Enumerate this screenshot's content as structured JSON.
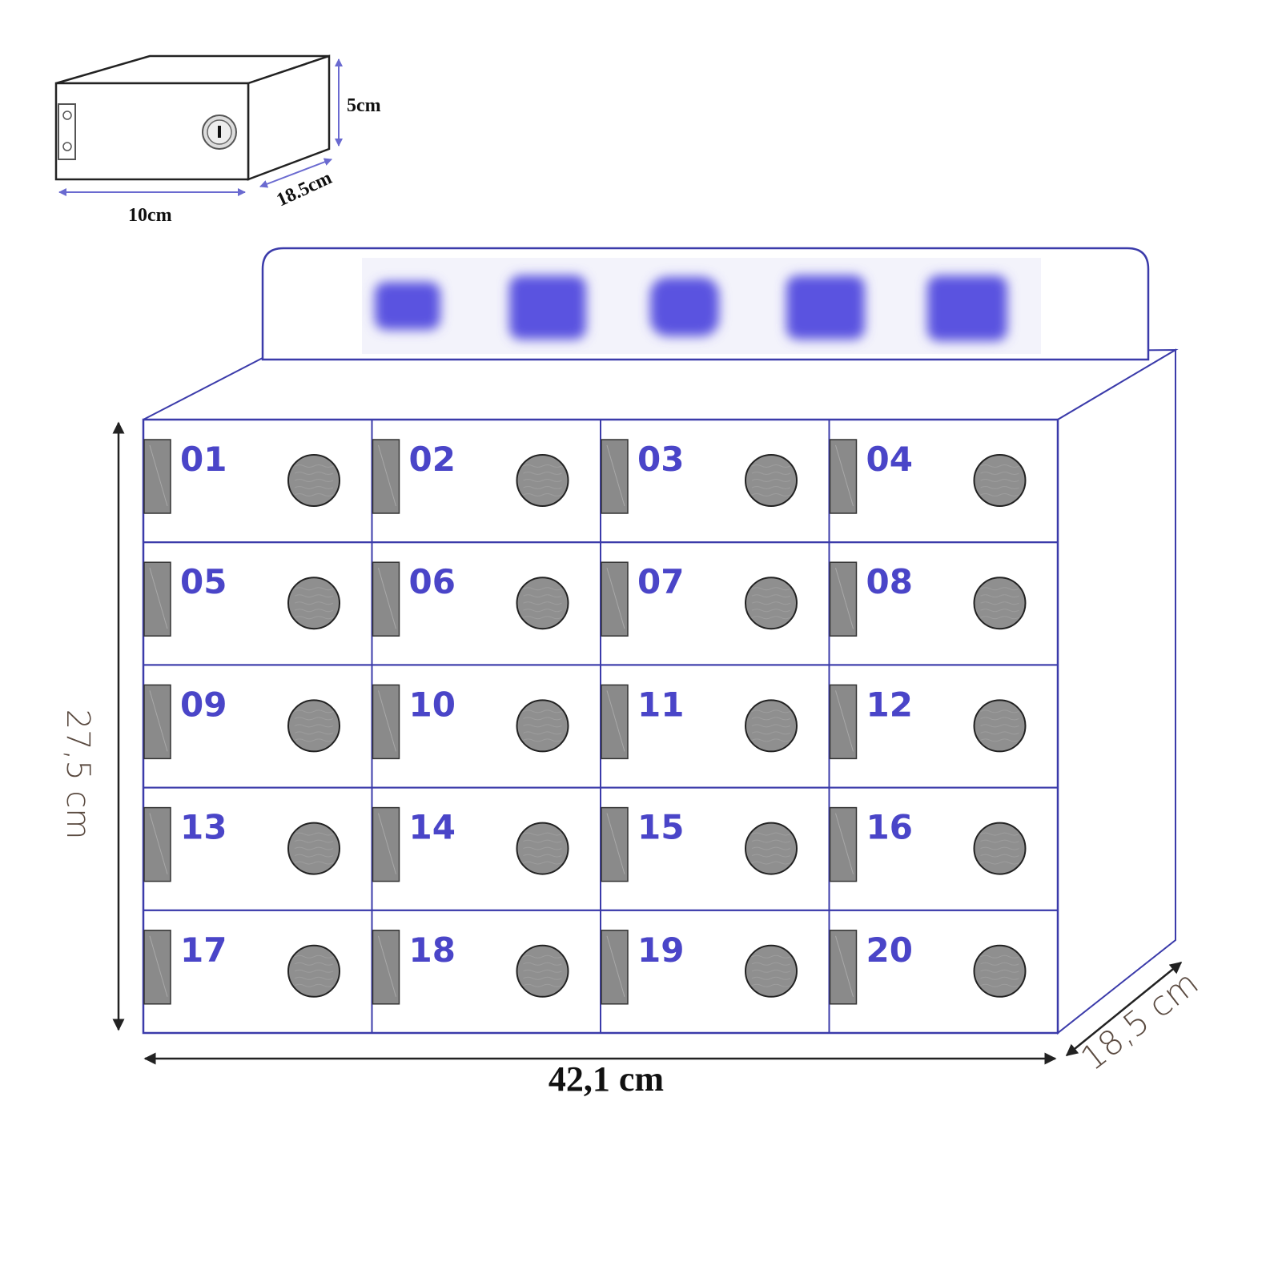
{
  "small_box": {
    "height_label": "5cm",
    "width_label": "10cm",
    "depth_label": "18.5cm"
  },
  "cabinet": {
    "height_label": "27,5 cm",
    "width_label": "42,1 cm",
    "depth_label": "18,5 cm",
    "rows": 5,
    "columns": 4,
    "lockers": [
      "01",
      "02",
      "03",
      "04",
      "05",
      "06",
      "07",
      "08",
      "09",
      "10",
      "11",
      "12",
      "13",
      "14",
      "15",
      "16",
      "17",
      "18",
      "19",
      "20"
    ]
  },
  "colors": {
    "outline": "#3b3baa",
    "number": "#4a45c8",
    "hinge": "#8a8a8a",
    "lock": "#8f8f8f",
    "dimension": "#333333"
  }
}
